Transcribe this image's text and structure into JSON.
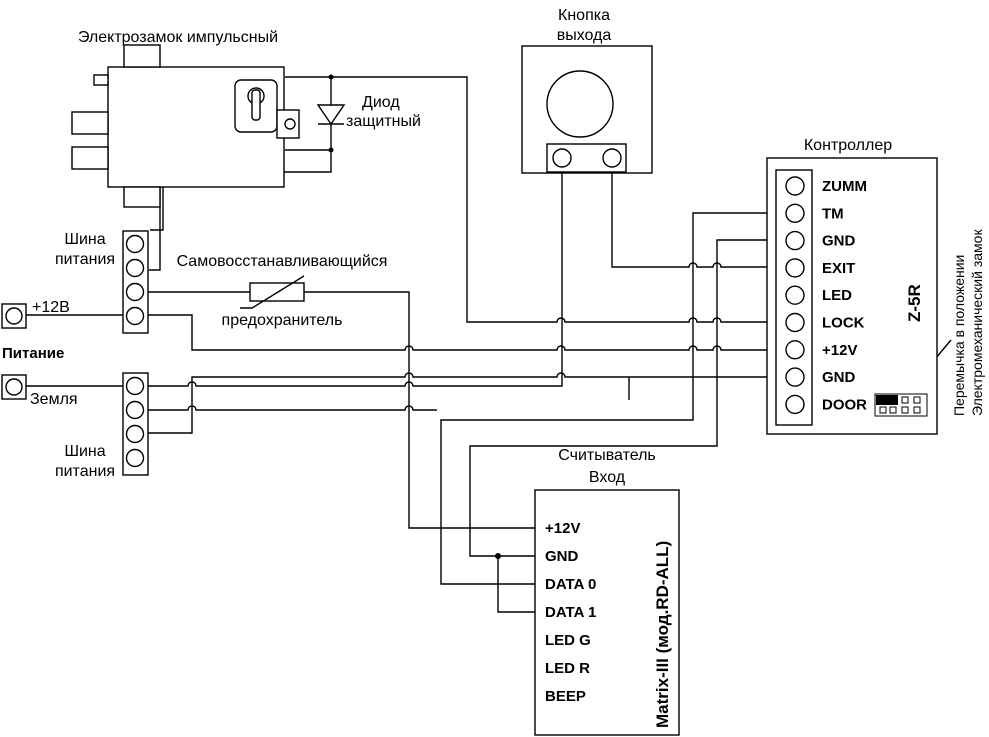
{
  "labels": {
    "lock_title": "Электрозамок импульсный",
    "diode_line1": "Диод",
    "diode_line2": "защитный",
    "button_line1": "Кнопка",
    "button_line2": "выхода",
    "controller_title": "Контроллер",
    "controller_model": "Z-5R",
    "bus_top_line1": "Шина",
    "bus_top_line2": "питания",
    "bus_bottom_line1": "Шина",
    "bus_bottom_line2": "питания",
    "fuse_line1": "Самовосстанавливающийся",
    "fuse_line2": "предохранитель",
    "power_plus": "+12В",
    "power_title": "Питание",
    "power_ground": "Земля",
    "reader_line1": "Считыватель",
    "reader_line2": "Вход",
    "reader_model": "Matrix-III (мод.RD-ALL)",
    "jumper_line1": "Перемычка в положении",
    "jumper_line2": "Электромеханический замок"
  },
  "controller_terminals": [
    "ZUMM",
    "TM",
    "GND",
    "EXIT",
    "LED",
    "LOCK",
    "+12V",
    "GND",
    "DOOR"
  ],
  "reader_terminals": [
    "+12V",
    "GND",
    "DATA 0",
    "DATA 1",
    "LED G",
    "LED R",
    "BEEP"
  ]
}
